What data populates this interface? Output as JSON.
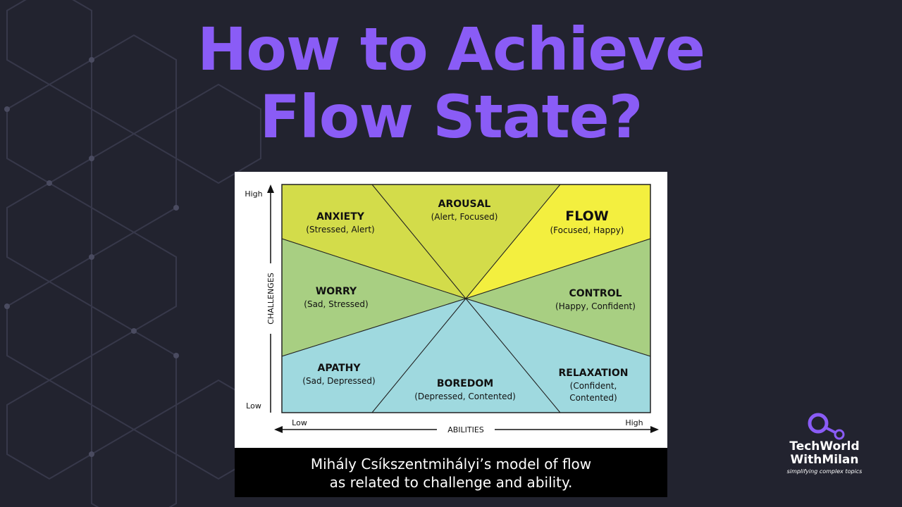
{
  "title": {
    "line1": "How to Achieve",
    "line2": "Flow State?"
  },
  "diagram": {
    "y_axis_label": "CHALLENGES",
    "y_high": "High",
    "y_low": "Low",
    "x_axis_label": "ABILITIES",
    "x_low": "Low",
    "x_high": "High",
    "zones": {
      "anxiety": {
        "name": "ANXIETY",
        "desc": "(Stressed, Alert)",
        "color": "#d3dc4a"
      },
      "arousal": {
        "name": "AROUSAL",
        "desc": "(Alert, Focused)",
        "color": "#d3dc4a"
      },
      "flow": {
        "name": "FLOW",
        "desc": "(Focused, Happy)",
        "color": "#f3ef3f"
      },
      "worry": {
        "name": "WORRY",
        "desc": "(Sad, Stressed)",
        "color": "#a8cf82"
      },
      "control": {
        "name": "CONTROL",
        "desc": "(Happy, Confident)",
        "color": "#a8cf82"
      },
      "apathy": {
        "name": "APATHY",
        "desc": "(Sad, Depressed)",
        "color": "#9fd9df"
      },
      "boredom": {
        "name": "BOREDOM",
        "desc": "(Depressed, Contented)",
        "color": "#9fd9df"
      },
      "relaxation": {
        "name": "RELAXATION",
        "desc1": "(Confident,",
        "desc2": "Contented)",
        "color": "#9fd9df"
      }
    },
    "caption_line1": "Mihály Csíkszentmihályi’s model of flow",
    "caption_line2": "as related to challenge and ability."
  },
  "brand": {
    "line1": "TechWorld",
    "line2": "WithMilan",
    "tagline": "simplifying complex topics",
    "accent": "#8a5cf6"
  }
}
